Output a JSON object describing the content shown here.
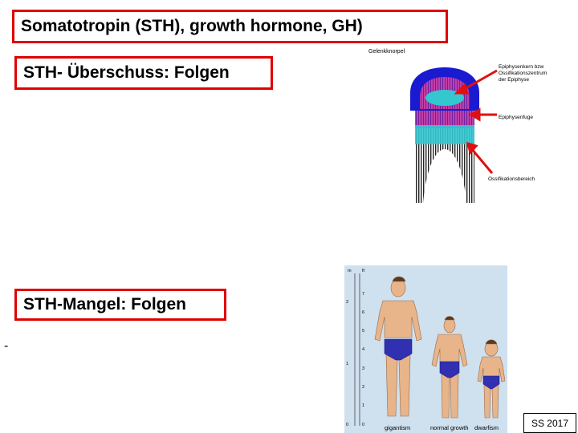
{
  "slide": {
    "title": "Somatotropin (STH), growth hormone, GH)",
    "excess_heading": "STH- Überschuss: Folgen",
    "deficit_heading": "STH-Mangel: Folgen",
    "dash": "-",
    "footer": "SS 2017"
  },
  "bone_figure": {
    "label_cartilage": "Gelenkknorpel",
    "label_epiphysis_1": "Epiphysenkern bzw",
    "label_epiphysis_2": "Ossifikationszentrum",
    "label_epiphysis_3": "der Epiphyse",
    "label_plate": "Epiphysenfuge",
    "label_ossification": "Ossifikationsbereich",
    "colors": {
      "blue": "#1a1ad0",
      "cyan": "#33c8d0",
      "magenta": "#c040a8",
      "arrow": "#e01010"
    }
  },
  "growth_figure": {
    "unit_m": "m",
    "unit_ft": "ft",
    "m_ticks": [
      "2",
      "1",
      "0"
    ],
    "ft_ticks": [
      "7",
      "6",
      "5",
      "4",
      "3",
      "2",
      "1",
      "0"
    ],
    "caption_gigantism": "gigantism",
    "caption_normal": "normal growth",
    "caption_dwarfism": "dwarfism",
    "colors": {
      "background": "#cfe0ee",
      "skin": "#e8b48a",
      "briefs": "#3030b0"
    }
  }
}
